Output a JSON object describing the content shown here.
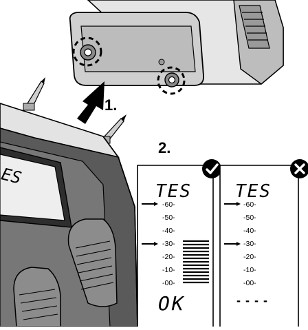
{
  "steps": {
    "step1_label": "1.",
    "step2_label": "2."
  },
  "panels": [
    {
      "status_icon": "checkmark-icon",
      "mode_text": "TES",
      "scale": [
        "-60-",
        "-50-",
        "-40-",
        "-30-",
        "-20-",
        "-10-",
        "-00-"
      ],
      "marked_levels": [
        "-60-",
        "-30-"
      ],
      "bars_visible": true,
      "result_text": "OK"
    },
    {
      "status_icon": "cross-icon",
      "mode_text": "TES",
      "scale": [
        "-60-",
        "-50-",
        "-40-",
        "-30-",
        "-20-",
        "-10-",
        "-00-"
      ],
      "marked_levels": [
        "-60-",
        "-30-"
      ],
      "bars_visible": false,
      "result_text": "- - - -"
    }
  ],
  "device_lcd_fragment": "ES",
  "colors": {
    "ink": "#000000",
    "housing_dark": "#5a5a5a",
    "housing_light": "#d0d0d0",
    "paper": "#ffffff"
  }
}
